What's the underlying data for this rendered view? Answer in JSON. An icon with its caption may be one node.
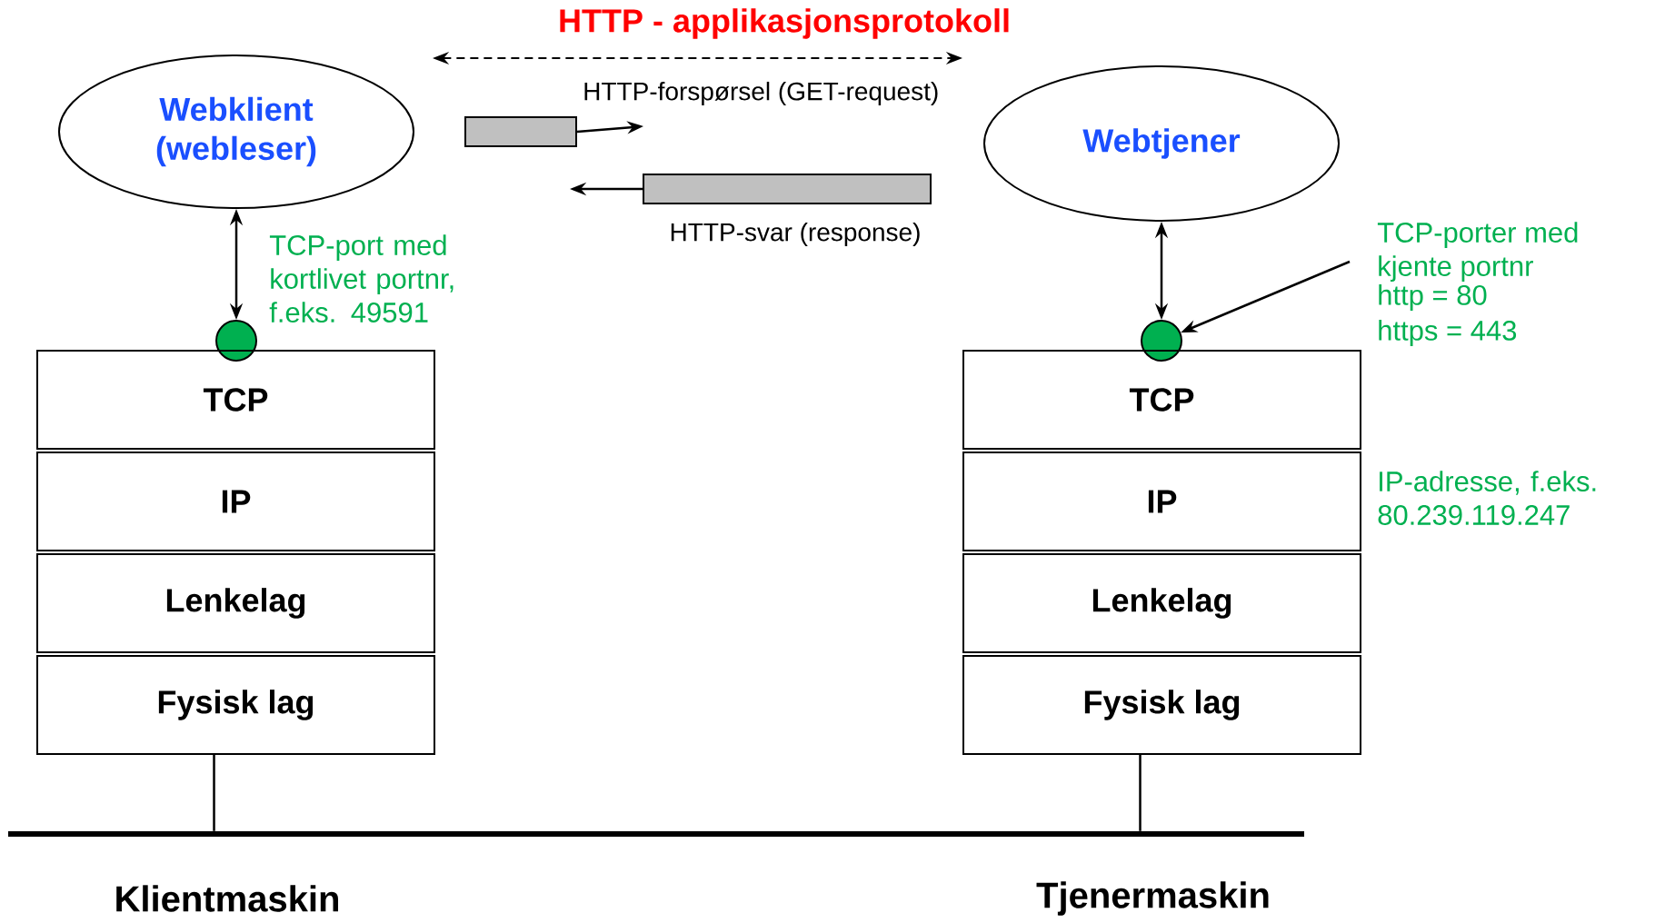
{
  "diagram": {
    "title": "HTTP - applikasjonsprotokoll",
    "nodes": [
      {
        "text": [
          "Webklient (webleser)"
        ]
      },
      {
        "text": [],
        "shape": "box",
        "beside": [
          "HTTP-forspørsel (GET-request)"
        ]
      },
      {
        "text": [
          "Webtjener"
        ]
      },
      {
        "text": [],
        "shape": "box",
        "beside": [
          "HTTP-svar (response)"
        ]
      },
      {
        "text": [],
        "shape": "circle",
        "beside": [
          "TCP-port med kortlivet portnr, f.eks. 49591"
        ]
      },
      {
        "text": [
          "TCP-porter med kjente portnr",
          "http = 80",
          "https = 443"
        ]
      },
      {
        "text": [],
        "shape": "circle"
      },
      {
        "text": [
          "TCP"
        ]
      },
      {
        "text": [
          "IP"
        ]
      },
      {
        "text": [
          "Lenkelag"
        ]
      },
      {
        "text": [
          "Fysisk lag"
        ]
      },
      {
        "text": [
          "TCP"
        ]
      },
      {
        "text": [
          "IP"
        ]
      },
      {
        "text": [
          "Lenkelag"
        ]
      },
      {
        "text": [
          "Fysisk lag"
        ]
      },
      {
        "text": [],
        "shape": "bar"
      }
    ],
    "edges": [
      {
        "from": 1,
        "to": null,
        "arrow": "to"
      },
      {
        "from": 3,
        "to": null,
        "arrow": "to"
      },
      {
        "from": 0,
        "to": 4,
        "arrow": "both"
      },
      {
        "from": 2,
        "to": 6,
        "arrow": "both"
      },
      {
        "from": 5,
        "to": 6,
        "arrow": "to"
      },
      {
        "from": 10,
        "to": 15,
        "arrow": "none"
      },
      {
        "from": 14,
        "to": 15,
        "arrow": "none"
      }
    ],
    "labels": [
      "IP-adresse, f.eks. 80.239.119.247",
      "Klientmaskin",
      "Tjenermaskin"
    ]
  }
}
